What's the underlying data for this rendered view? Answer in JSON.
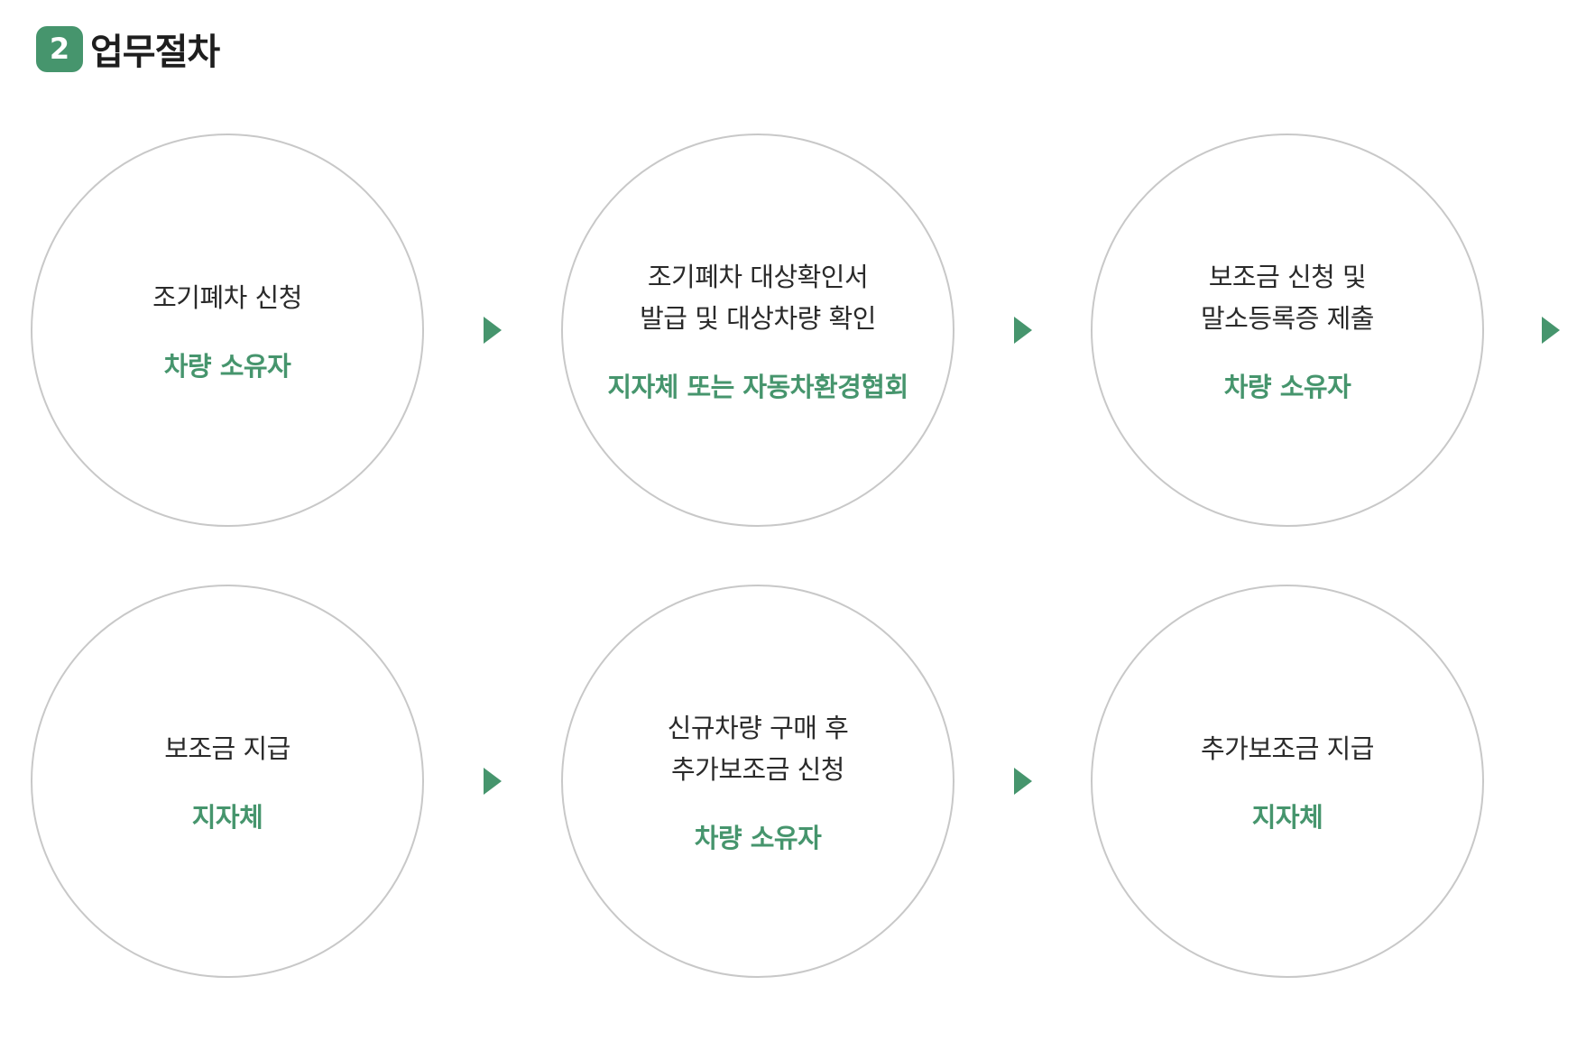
{
  "header": {
    "number": "2",
    "title": "업무절차"
  },
  "colors": {
    "accent": "#46956d",
    "circle_border": "#c8c8c8",
    "text": "#2a2a2a"
  },
  "steps": [
    {
      "desc": "조기폐차 신청",
      "actor": "차량 소유자"
    },
    {
      "desc": "조기폐차 대상확인서\n발급 및 대상차량 확인",
      "actor": "지자체 또는 자동차환경협회"
    },
    {
      "desc": "보조금 신청 및\n말소등록증 제출",
      "actor": "차량 소유자"
    },
    {
      "desc": "보조금 지급",
      "actor": "지자체"
    },
    {
      "desc": "신규차량 구매 후\n추가보조금 신청",
      "actor": "차량 소유자"
    },
    {
      "desc": "추가보조금 지급",
      "actor": "지자체"
    }
  ],
  "arrows": [
    "arrow-right",
    "arrow-right",
    "arrow-right",
    "arrow-right",
    "arrow-right"
  ]
}
